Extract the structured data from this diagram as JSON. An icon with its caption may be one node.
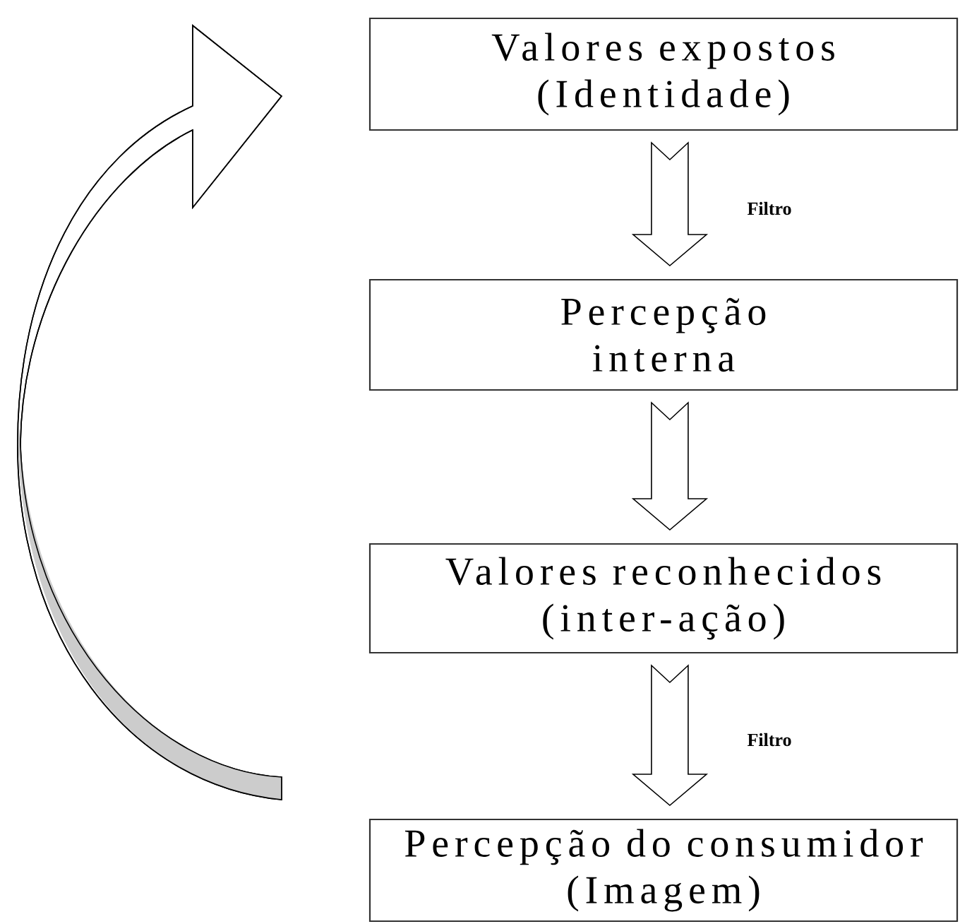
{
  "diagram": {
    "nodes": [
      {
        "text": [
          "Valores expostos (Identidade)"
        ]
      },
      {
        "text": [
          "Percepção interna"
        ]
      },
      {
        "text": [
          "Valores reconhecidos (inter-ação)"
        ]
      },
      {
        "text": [
          "Percepção do consumidor (Imagem)"
        ]
      }
    ],
    "edges": [
      {
        "from": 0,
        "to": 1,
        "arrow": "to",
        "label": "Filtro"
      },
      {
        "from": 1,
        "to": 2,
        "arrow": "to"
      },
      {
        "from": 2,
        "to": 3,
        "arrow": "to",
        "label": "Filtro"
      },
      {
        "from": 3,
        "to": 0,
        "arrow": "to"
      }
    ]
  }
}
